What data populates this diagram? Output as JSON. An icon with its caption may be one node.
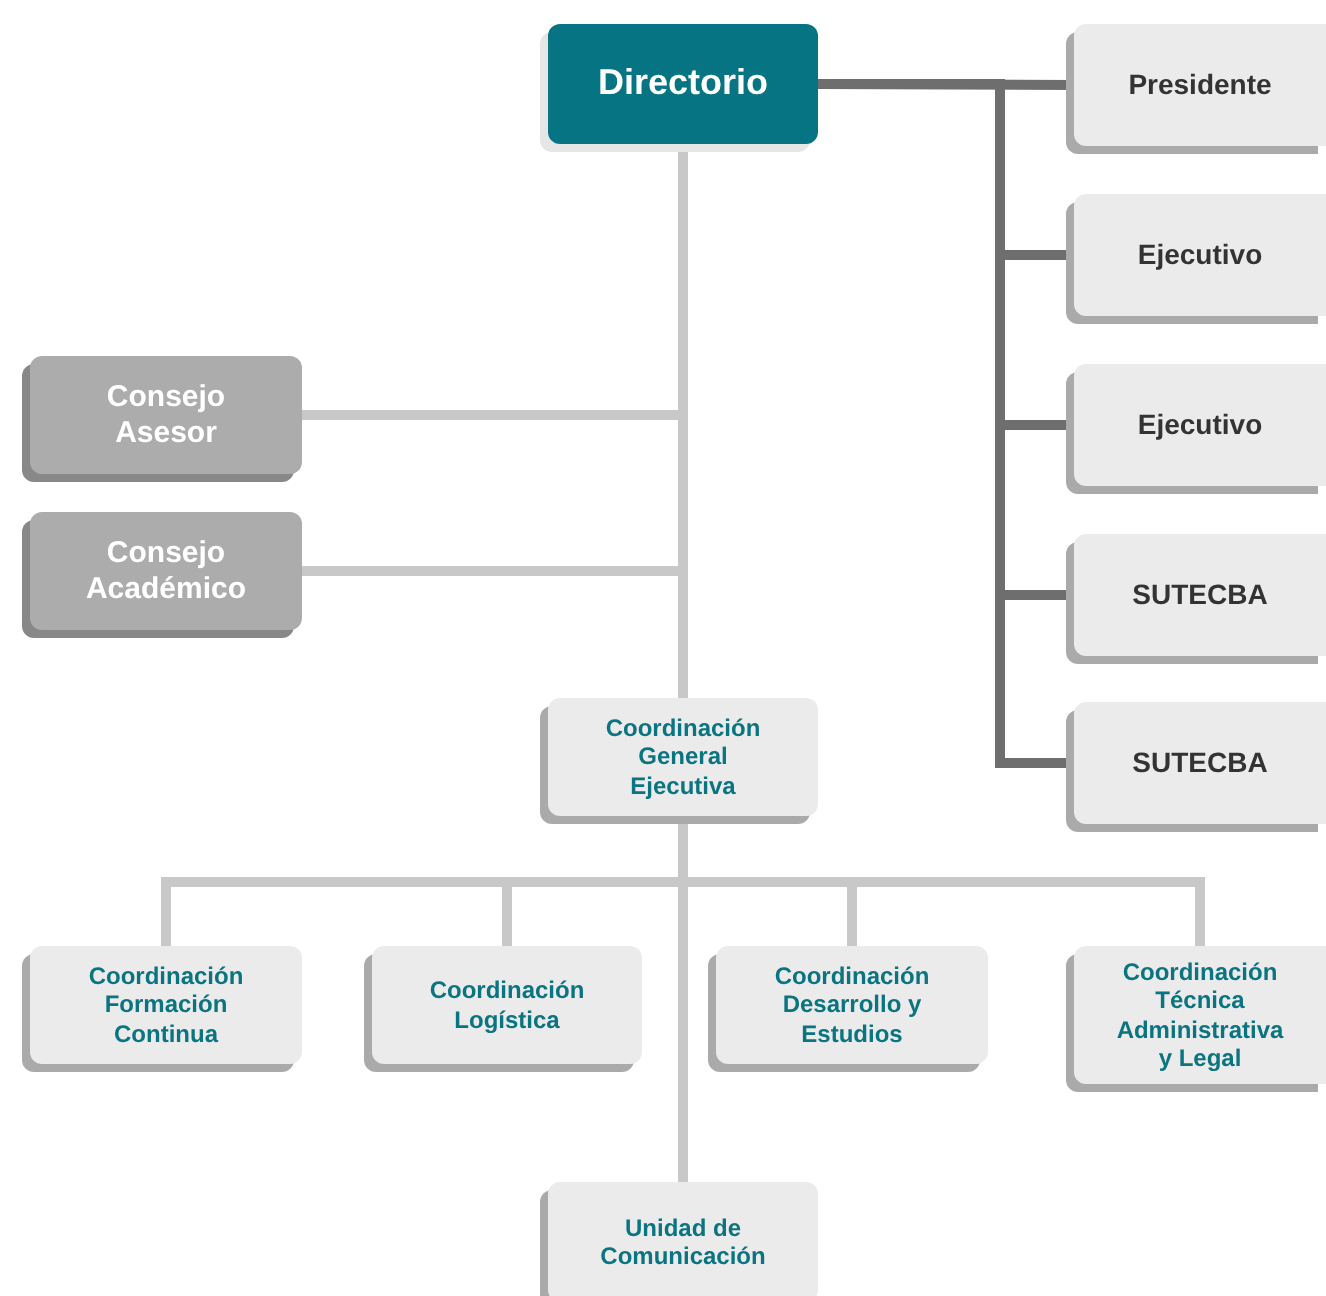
{
  "diagram": {
    "nodes": [
      {
        "text": [
          "Directorio"
        ]
      },
      {
        "text": [
          "Presidente"
        ]
      },
      {
        "text": [
          "Ejecutivo"
        ]
      },
      {
        "text": [
          "Ejecutivo"
        ]
      },
      {
        "text": [
          "SUTECBA"
        ]
      },
      {
        "text": [
          "SUTECBA"
        ]
      },
      {
        "text": [
          "Consejo Asesor"
        ]
      },
      {
        "text": [
          "Consejo Académico"
        ]
      },
      {
        "text": [
          "Coordinación General Ejecutiva"
        ]
      },
      {
        "text": [
          "Coordinación Formación Continua"
        ]
      },
      {
        "text": [
          "Coordinación Logística"
        ]
      },
      {
        "text": [
          "Coordinación Desarrollo y Estudios"
        ]
      },
      {
        "text": [
          "Coordinación Técnica Administrativa y Legal"
        ]
      },
      {
        "text": [
          "Unidad de Comunicación"
        ]
      }
    ],
    "edges": [
      {
        "from": 0,
        "to": 1,
        "arrow": "none",
        "color": "#6e6e6e"
      },
      {
        "from": 0,
        "to": 2,
        "arrow": "none",
        "color": "#6e6e6e"
      },
      {
        "from": 0,
        "to": 3,
        "arrow": "none",
        "color": "#6e6e6e"
      },
      {
        "from": 0,
        "to": 4,
        "arrow": "none",
        "color": "#6e6e6e"
      },
      {
        "from": 0,
        "to": 5,
        "arrow": "none",
        "color": "#6e6e6e"
      },
      {
        "from": 0,
        "to": 6,
        "arrow": "none"
      },
      {
        "from": 0,
        "to": 7,
        "arrow": "none"
      },
      {
        "from": 0,
        "to": 8,
        "arrow": "none"
      },
      {
        "from": 8,
        "to": 9,
        "arrow": "none"
      },
      {
        "from": 8,
        "to": 10,
        "arrow": "none"
      },
      {
        "from": 8,
        "to": 11,
        "arrow": "none"
      },
      {
        "from": 8,
        "to": 12,
        "arrow": "none"
      },
      {
        "from": 8,
        "to": 13,
        "arrow": "none"
      }
    ]
  }
}
